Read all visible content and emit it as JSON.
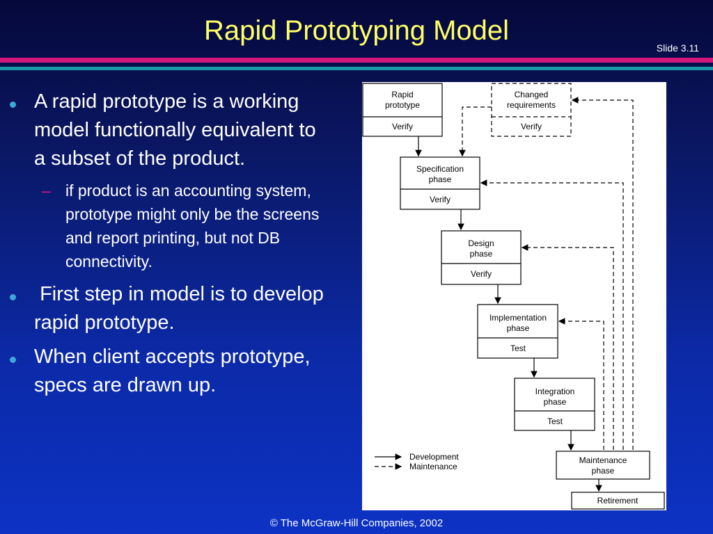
{
  "slide": {
    "title": "Rapid Prototyping Model",
    "slide_number": "Slide 3.11",
    "footer": "© The McGraw-Hill Companies, 2002"
  },
  "bullets": [
    {
      "text": "A rapid prototype is a working model functionally equivalent to a subset of the product."
    },
    {
      "text": "if product is an accounting system, prototype might only be the screens and report printing, but not DB connectivity."
    },
    {
      "text": " First step in model is to develop rapid prototype."
    },
    {
      "text": "When client accepts prototype, specs are drawn up."
    }
  ],
  "diagram": {
    "boxes": {
      "rapid_prototype": {
        "title1": "Rapid",
        "title2": "prototype",
        "action": "Verify"
      },
      "changed_requirements": {
        "title1": "Changed",
        "title2": "requirements",
        "action": "Verify"
      },
      "specification": {
        "title1": "Specification",
        "title2": "phase",
        "action": "Verify"
      },
      "design": {
        "title1": "Design",
        "title2": "phase",
        "action": "Verify"
      },
      "implementation": {
        "title1": "Implementation",
        "title2": "phase",
        "action": "Test"
      },
      "integration": {
        "title1": "Integration",
        "title2": "phase",
        "action": "Test"
      },
      "maintenance": {
        "title1": "Maintenance",
        "title2": "phase"
      },
      "retirement": {
        "title": "Retirement"
      }
    },
    "legend": {
      "solid": "Development",
      "dashed": "Maintenance"
    }
  },
  "colors": {
    "title": "#ffff66",
    "accent_pink": "#d7177e",
    "accent_teal": "#1a9aa6",
    "bullet_dot": "#3fa9d6"
  }
}
